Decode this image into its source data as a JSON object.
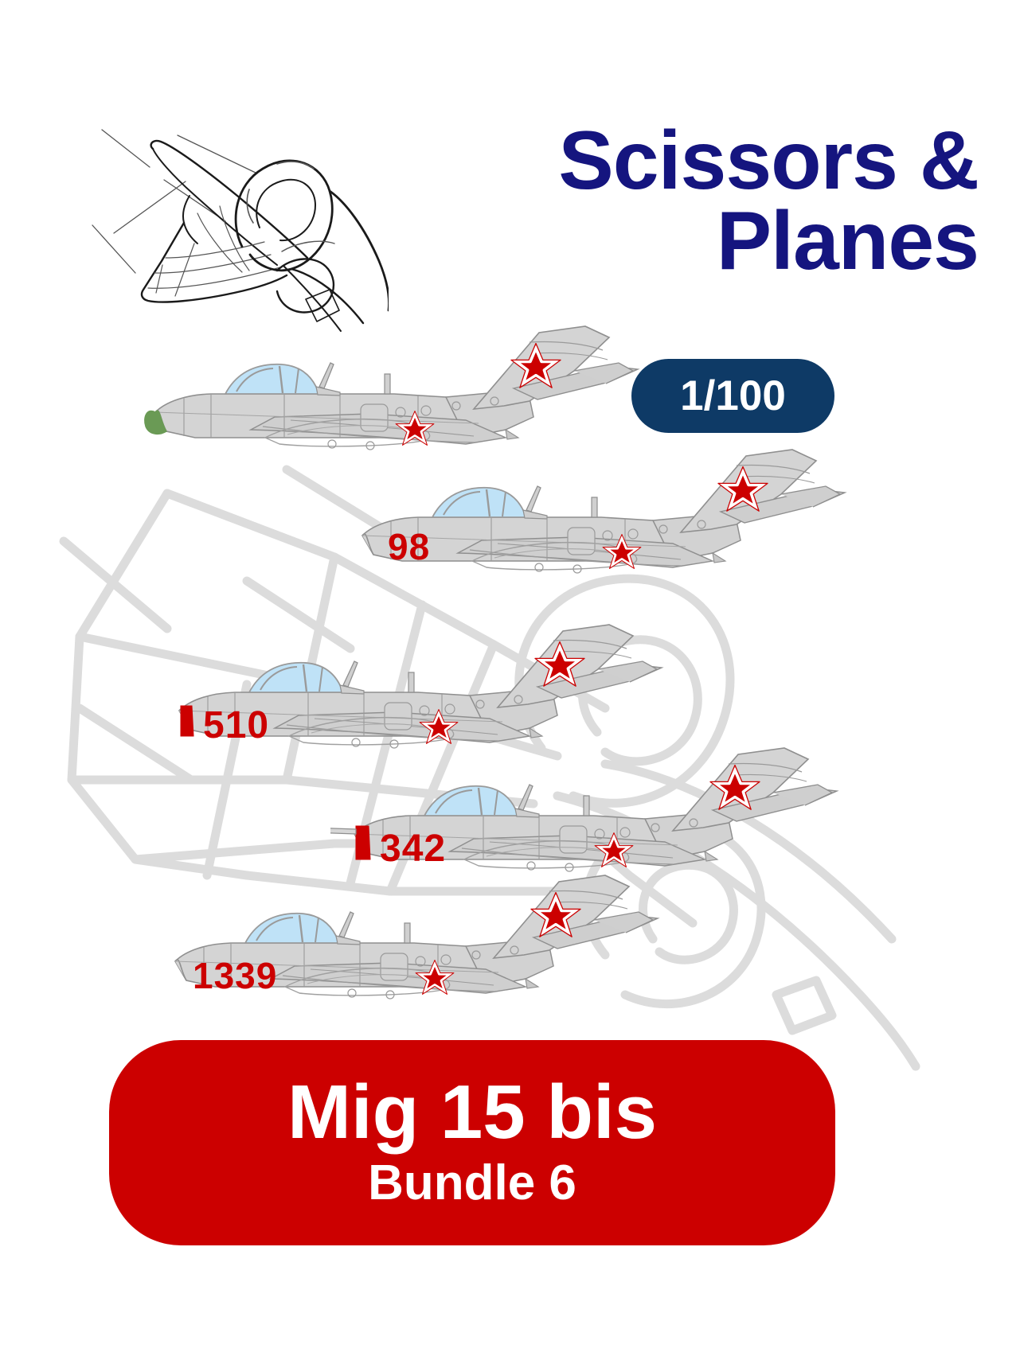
{
  "brand": {
    "line1": "Scissors &",
    "line2": "Planes",
    "color": "#15157f",
    "logo_icon": "scissors-plane-sketch-icon"
  },
  "scale_badge": {
    "label": "1/100",
    "background": "#0e3a66",
    "text_color": "#ffffff"
  },
  "banner": {
    "title": "Mig 15 bis",
    "subtitle": "Bundle 6",
    "background": "#cc0000",
    "text_color": "#ffffff"
  },
  "watermark": {
    "icon": "scissors-plane-watermark-icon",
    "color": "#dcdcdc"
  },
  "aircraft": [
    {
      "index": 1,
      "type": "Mig 15 bis",
      "side_number": "",
      "nose_color": "#6a9a55",
      "nose_band": "green",
      "body_color": "#d4d4d4",
      "canopy_color": "#bfe2f7",
      "star_color": "#cc0000"
    },
    {
      "index": 2,
      "type": "Mig 15 bis",
      "side_number": "98",
      "nose_color": "",
      "nose_band": "none",
      "body_color": "#d4d4d4",
      "canopy_color": "#bfe2f7",
      "star_color": "#cc0000"
    },
    {
      "index": 3,
      "type": "Mig 15 bis",
      "side_number": "510",
      "nose_color": "#cc0000",
      "nose_band": "red",
      "body_color": "#d4d4d4",
      "canopy_color": "#bfe2f7",
      "star_color": "#cc0000"
    },
    {
      "index": 4,
      "type": "Mig 15 bis",
      "side_number": "342",
      "nose_color": "#cc0000",
      "nose_band": "red",
      "body_color": "#d4d4d4",
      "canopy_color": "#bfe2f7",
      "star_color": "#cc0000"
    },
    {
      "index": 5,
      "type": "Mig 15 bis",
      "side_number": "1339",
      "nose_color": "",
      "nose_band": "none",
      "body_color": "#d4d4d4",
      "canopy_color": "#bfe2f7",
      "star_color": "#cc0000"
    }
  ]
}
